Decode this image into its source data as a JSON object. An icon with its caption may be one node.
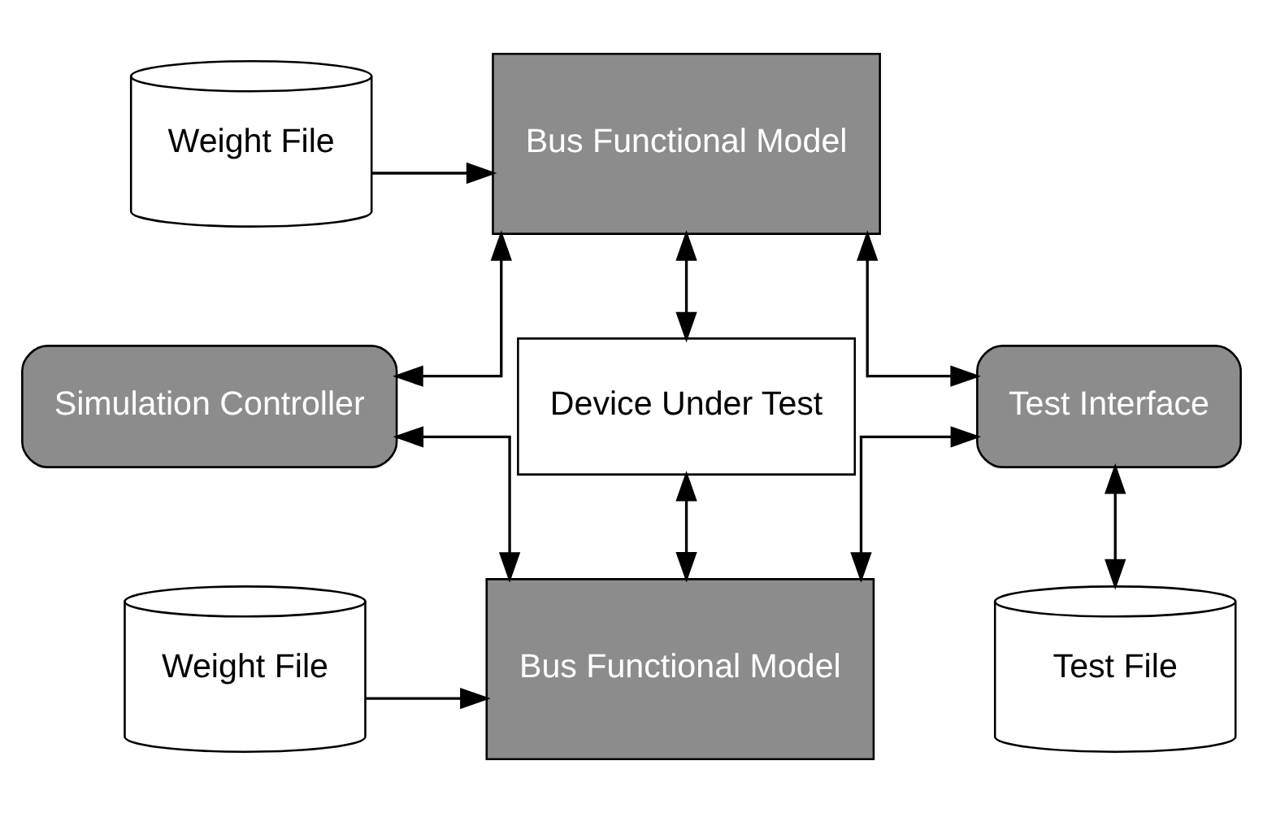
{
  "diagram": {
    "nodes": [
      {
        "text": [
          "Weight File"
        ]
      },
      {
        "text": [
          "Bus Functional Model"
        ]
      },
      {
        "text": [
          "Simulation Controller"
        ]
      },
      {
        "text": [
          "Device Under Test"
        ]
      },
      {
        "text": [
          "Test Interface"
        ]
      },
      {
        "text": [
          "Weight File"
        ]
      },
      {
        "text": [
          "Bus Functional Model"
        ]
      },
      {
        "text": [
          "Test File"
        ]
      }
    ],
    "edges": [
      {
        "from": 0,
        "to": 1,
        "arrow": "to"
      },
      {
        "from": 2,
        "to": 1,
        "arrow": "both"
      },
      {
        "from": 2,
        "to": 6,
        "arrow": "both"
      },
      {
        "from": 1,
        "to": 3,
        "arrow": "both"
      },
      {
        "from": 4,
        "to": 1,
        "arrow": "both"
      },
      {
        "from": 4,
        "to": 6,
        "arrow": "both"
      },
      {
        "from": 3,
        "to": 6,
        "arrow": "both"
      },
      {
        "from": 4,
        "to": 7,
        "arrow": "both"
      },
      {
        "from": 5,
        "to": 6,
        "arrow": "to"
      }
    ]
  }
}
